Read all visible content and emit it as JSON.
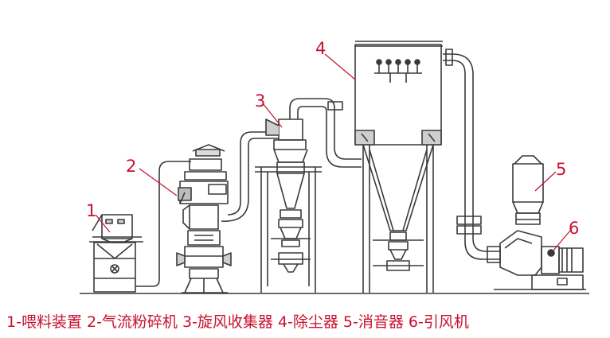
{
  "callouts": [
    {
      "id": "1",
      "label": "1"
    },
    {
      "id": "2",
      "label": "2"
    },
    {
      "id": "3",
      "label": "3"
    },
    {
      "id": "4",
      "label": "4"
    },
    {
      "id": "5",
      "label": "5"
    },
    {
      "id": "6",
      "label": "6"
    }
  ],
  "caption": "1-喂料装置 2-气流粉碎机 3-旋风收集器 4-除尘器 5-消音器 6-引风机",
  "colors": {
    "line": "#3a3a3a",
    "accent": "#c8102e",
    "background": "#ffffff"
  }
}
